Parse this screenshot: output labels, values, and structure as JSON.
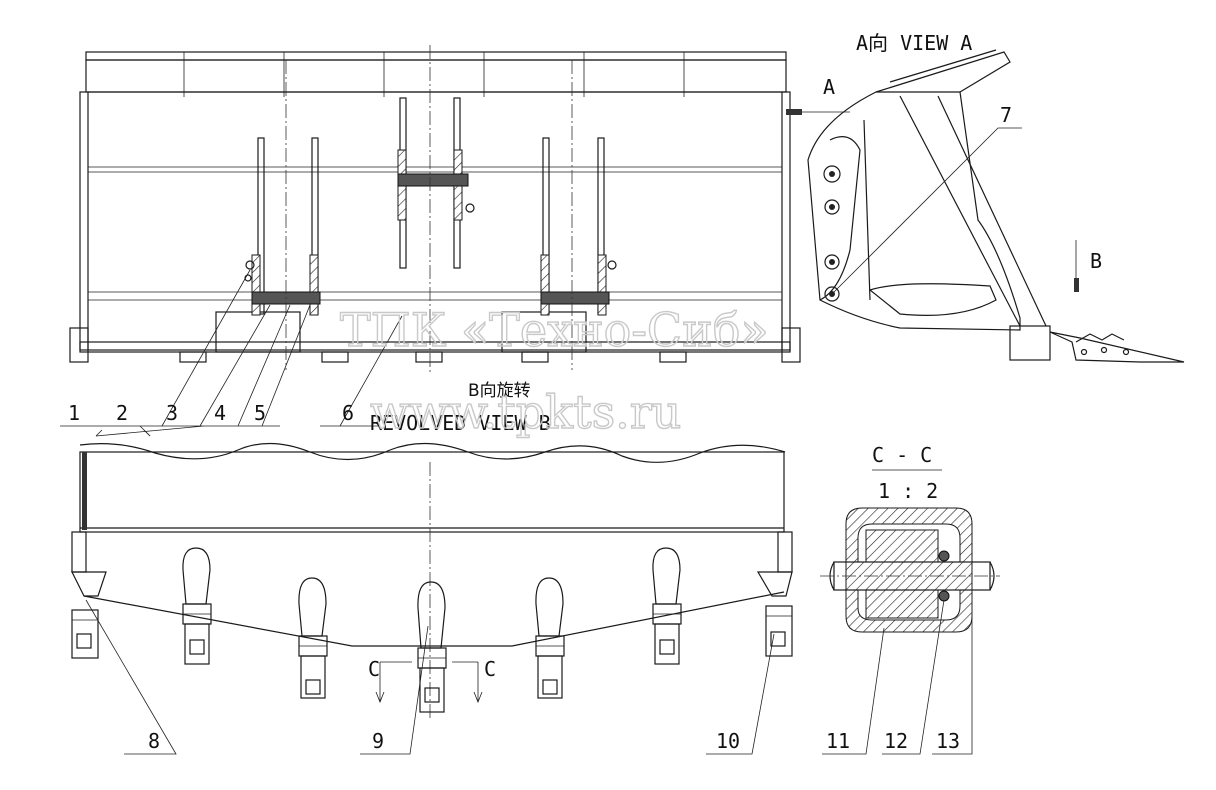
{
  "views": {
    "view_a_title": "A向 VIEW A",
    "view_a_marker": "A",
    "view_b_marker": "B",
    "view_b_title_cn": "B向旋转",
    "view_b_title_en": "REVOLVED VIEW B",
    "section_label": "C - C",
    "section_scale": "1 : 2",
    "cut_left": "C",
    "cut_right": "C"
  },
  "callouts": [
    "1",
    "2",
    "3",
    "4",
    "5",
    "6",
    "7",
    "8",
    "9",
    "10",
    "11",
    "12",
    "13"
  ],
  "watermark": {
    "company": "ТПК «Техно-Сиб»",
    "site": "www.tpkts.ru"
  }
}
